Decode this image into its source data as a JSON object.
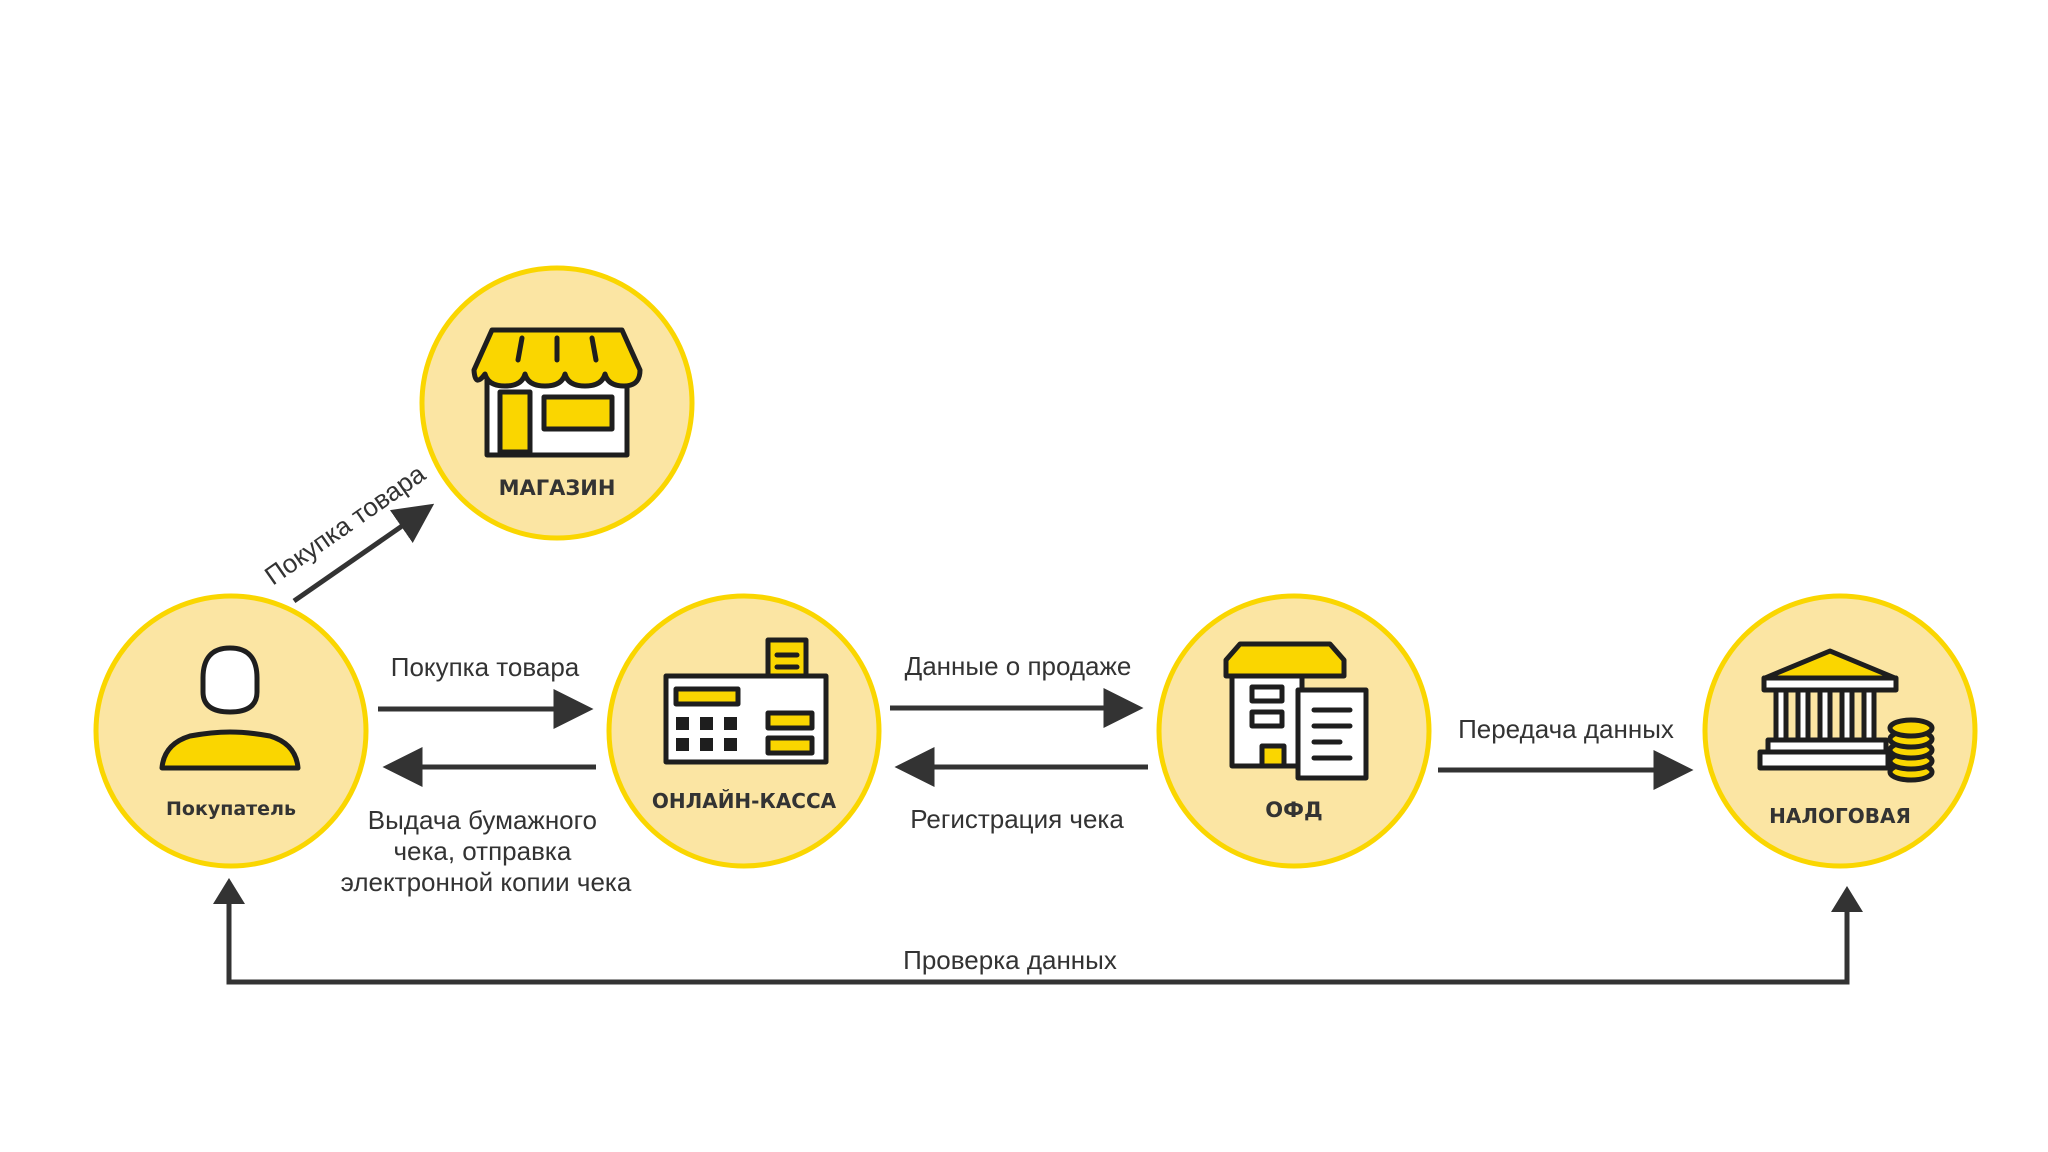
{
  "nodes": {
    "buyer": {
      "label": "Покупатель"
    },
    "shop": {
      "label": "МАГАЗИН"
    },
    "cashier": {
      "label": "ОНЛАЙН-КАССА"
    },
    "ofd": {
      "label": "ОФД"
    },
    "tax": {
      "label": "НАЛОГОВАЯ"
    }
  },
  "edges": {
    "buyer_to_shop": "Покупка товара",
    "buyer_to_cashier": "Покупка товара",
    "cashier_to_buyer": [
      "Выдача бумажного",
      "чека, отправка",
      "электронной копии чека"
    ],
    "cashier_to_ofd": "Данные о продаже",
    "ofd_to_cashier": "Регистрация чека",
    "ofd_to_tax": "Передача данных",
    "tax_to_buyer": "Проверка данных"
  },
  "colors": {
    "circle_fill": "#fbe5a3",
    "circle_stroke": "#fad600",
    "icon_accent": "#fad600",
    "ink": "#1e1e1e",
    "arrow": "#333333"
  },
  "icons": {
    "shop": "storefront-icon",
    "buyer": "person-icon",
    "cashier": "cash-register-icon",
    "ofd": "office-document-icon",
    "tax": "bank-coins-icon"
  }
}
